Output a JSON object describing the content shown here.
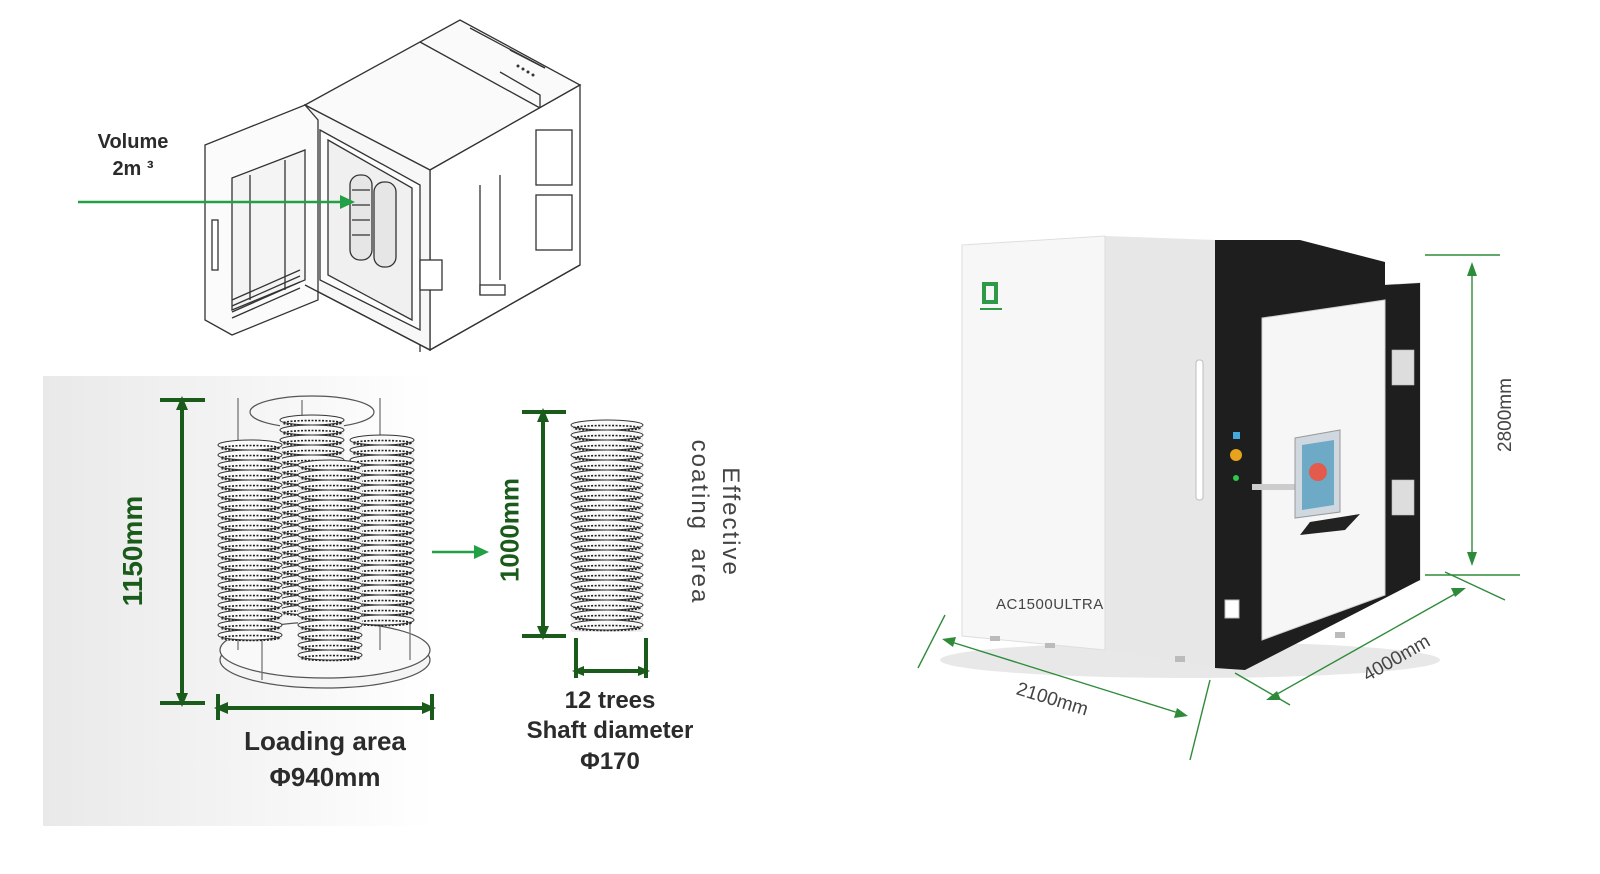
{
  "machine_illustration": {
    "volume_label": "Volume",
    "volume_value": "2m ³"
  },
  "fixture_panel": {
    "height_label": "1150mm",
    "loading_area_label": "Loading area",
    "loading_area_value": "Φ940mm",
    "tree_height_label": "1000mm",
    "effective_coating_line1": "Effective",
    "effective_coating_line2": "coating  area",
    "trees_label": "12 trees",
    "shaft_label": "Shaft diameter",
    "shaft_value": "Φ170"
  },
  "product_render": {
    "model_name": "AC1500ULTRA",
    "height_dim": "2800mm",
    "width_dim": "2100mm",
    "depth_dim": "4000mm"
  },
  "colors": {
    "dim_green": "#1a5a1a",
    "arrow_green": "#22a045",
    "line_green": "#2e8b3a",
    "panel_gray": "#f2f2f2",
    "machine_white": "#f4f4f4",
    "machine_black": "#1e1e1e"
  }
}
